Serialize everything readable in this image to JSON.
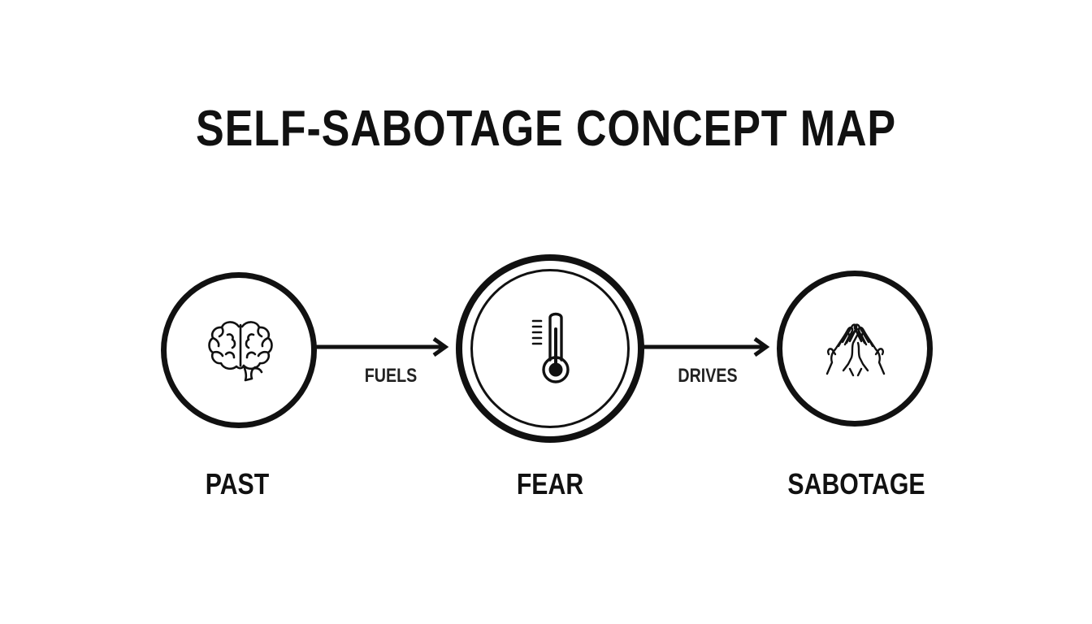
{
  "title": "SELF-SABOTAGE CONCEPT MAP",
  "nodes": [
    {
      "label": "PAST",
      "icon": "brain-icon"
    },
    {
      "label": "FEAR",
      "icon": "thermometer-icon"
    },
    {
      "label": "SABOTAGE",
      "icon": "hands-icon"
    }
  ],
  "edges": [
    {
      "from": "PAST",
      "to": "FEAR",
      "label": "FUELS"
    },
    {
      "from": "FEAR",
      "to": "SABOTAGE",
      "label": "DRIVES"
    }
  ],
  "colors": {
    "line": "#111111",
    "background": "#ffffff"
  }
}
